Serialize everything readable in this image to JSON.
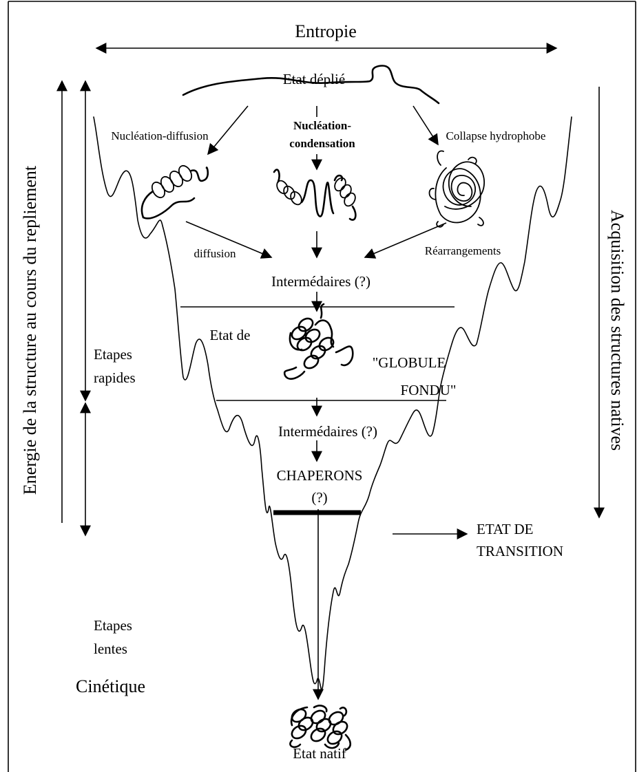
{
  "labels": {
    "entropie": "Entropie",
    "etat_deplie": "Etat déplié",
    "nucleation_diffusion": "Nucléation-diffusion",
    "nucleation_condensation_1": "Nucléation-",
    "nucleation_condensation_2": "condensation",
    "collapse_hydrophobe": "Collapse hydrophobe",
    "diffusion": "diffusion",
    "rearrangements": "Réarrangements",
    "intermediaires_1": "Intermédaires (?)",
    "etat_de": "Etat de",
    "globule_1": "\"GLOBULE",
    "globule_2": "FONDU\"",
    "etapes_rapides_1": "Etapes",
    "etapes_rapides_2": "rapides",
    "intermediaires_2": "Intermédaires (?)",
    "chaperons_1": "CHAPERONS",
    "chaperons_2": "(?)",
    "etat_transition_1": "ETAT DE",
    "etat_transition_2": "TRANSITION",
    "etapes_lentes_1": "Etapes",
    "etapes_lentes_2": "lentes",
    "cinetique": "Cinétique",
    "etat_natif": "Etat natif",
    "left_axis": "Energie de la structure au cours du repliement",
    "right_axis": "Acquisition des structures natives"
  }
}
